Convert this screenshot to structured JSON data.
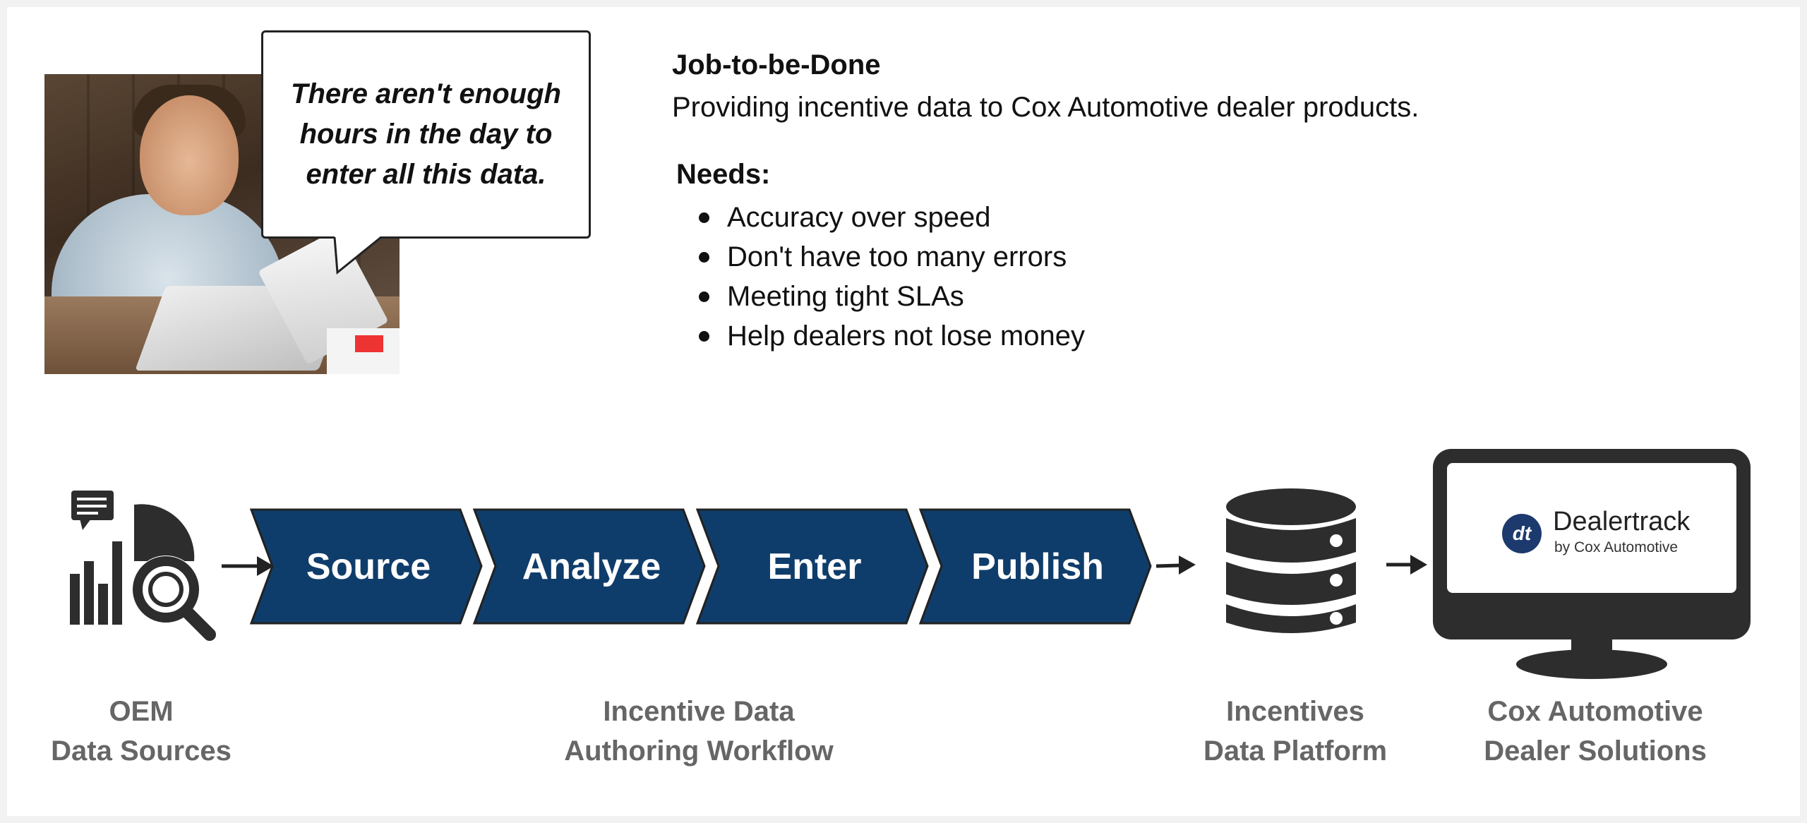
{
  "speech_bubble": {
    "text": "There aren't enough\nhours in the day to\nenter all this data."
  },
  "job": {
    "title": "Job-to-be-Done",
    "description": "Providing incentive data to Cox Automotive dealer products."
  },
  "needs": {
    "title": "Needs:",
    "items": [
      "Accuracy over speed",
      "Don't have too many errors",
      "Meeting tight SLAs",
      "Help dealers not lose money"
    ]
  },
  "workflow": {
    "steps": [
      "Source",
      "Analyze",
      "Enter",
      "Publish"
    ],
    "color": "#0f3d6b"
  },
  "monitor": {
    "brand_name": "Dealertrack",
    "brand_sub": "by Cox Automotive",
    "logo_text": "dt"
  },
  "labels": {
    "oem": "OEM\nData Sources",
    "workflow": "Incentive Data\nAuthoring Workflow",
    "platform": "Incentives\nData Platform",
    "dealer": "Cox Automotive\nDealer Solutions"
  },
  "icons": {
    "oem": "analytics-search-icon",
    "platform": "database-icon",
    "dealer": "monitor-icon"
  },
  "colors": {
    "icon_dark": "#2d2d2d",
    "label_gray": "#666666",
    "chevron_blue": "#0f3d6b"
  }
}
